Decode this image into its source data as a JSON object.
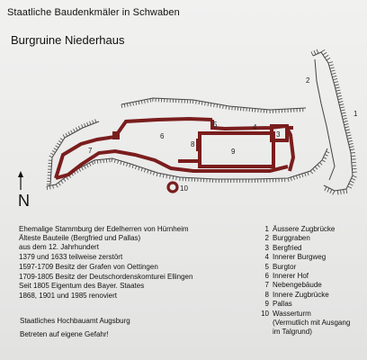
{
  "header": "Staatliche Baudenkmäler in Schwaben",
  "title": "Burgruine Niederhaus",
  "north_label": "N",
  "history": [
    "Ehemalige Stammburg der Edelherren von Hürnheim",
    "Älteste Bauteile (Bergfried und Pallas)",
    "aus dem 12. Jahrhundert",
    "1379 und 1633 teilweise zerstört",
    "1597-1709 Besitz der Grafen von Oettingen",
    "1709-1805 Besitz der Deutschordenskomturei Ellingen",
    "Seit 1805 Eigentum des Bayer. Staates",
    "1868, 1901 und 1985 renoviert"
  ],
  "office": "Staatliches Hochbauamt Augsburg",
  "warning": "Betreten auf eigene Gefahr!",
  "legend": [
    {
      "num": "1",
      "text": "Äussere Zugbrücke"
    },
    {
      "num": "2",
      "text": "Burggraben"
    },
    {
      "num": "3",
      "text": "Bergfried"
    },
    {
      "num": "4",
      "text": "Innerer Burgweg"
    },
    {
      "num": "5",
      "text": "Burgtor"
    },
    {
      "num": "6",
      "text": "Innerer Hof"
    },
    {
      "num": "7",
      "text": "Nebengebäude"
    },
    {
      "num": "8",
      "text": "Innere Zugbrücke"
    },
    {
      "num": "9",
      "text": "Pallas"
    },
    {
      "num": "10",
      "text": "Wasserturm\n(Vermutlich mit Ausgang\nim Talgrund)"
    }
  ],
  "map_labels": [
    "1",
    "2",
    "3",
    "4",
    "5",
    "6",
    "7",
    "8",
    "9",
    "10"
  ],
  "colors": {
    "wall": "#7a1d1d",
    "hatch": "#444444",
    "background": "#ececeb"
  }
}
